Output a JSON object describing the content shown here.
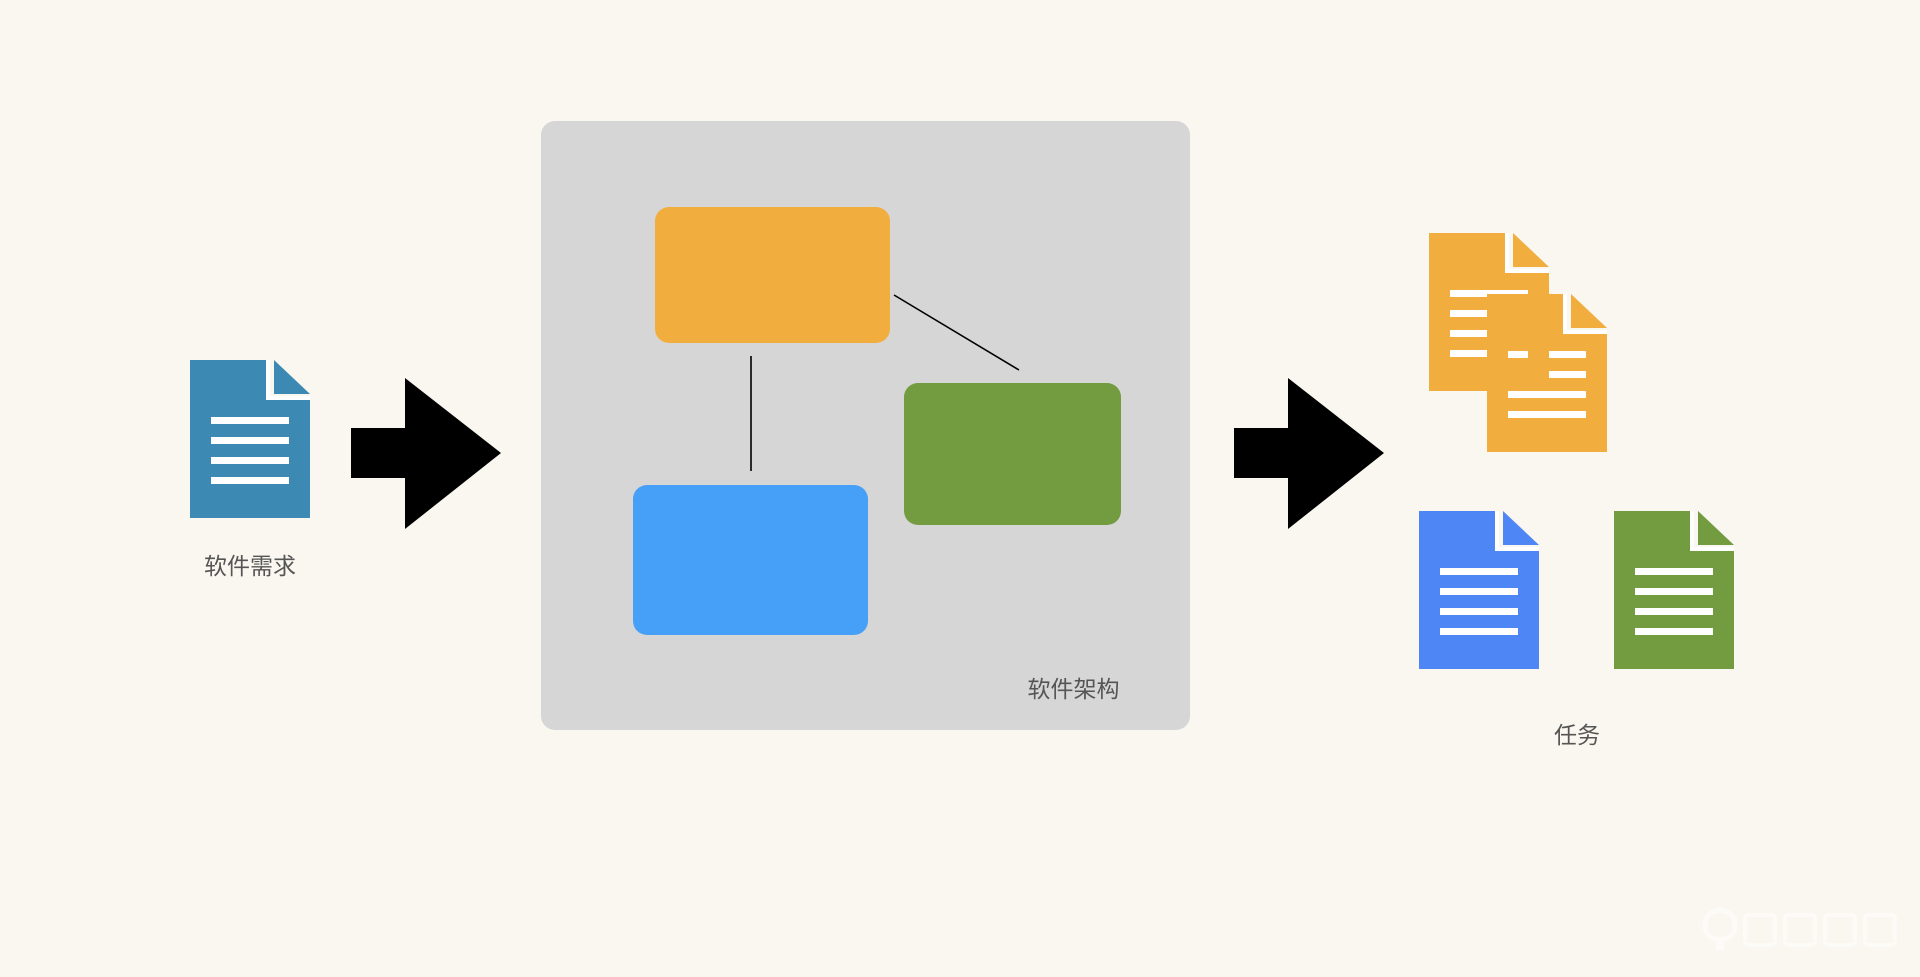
{
  "labels": {
    "requirements": "软件需求",
    "architecture": "软件架构",
    "tasks": "任务"
  },
  "colors": {
    "background": "#f9f7ef",
    "architecture_panel": "#d6d6d6",
    "requirement_doc": "#3c8ab4",
    "orange": "#f1ae3f",
    "green": "#739b40",
    "blue": "#47a0f8",
    "task_blue": "#4f86f5",
    "arrow": "#000000"
  },
  "icons": {
    "requirement": "document-icon",
    "flow_arrow": "arrow-right-icon",
    "task_docs": "document-icon"
  }
}
